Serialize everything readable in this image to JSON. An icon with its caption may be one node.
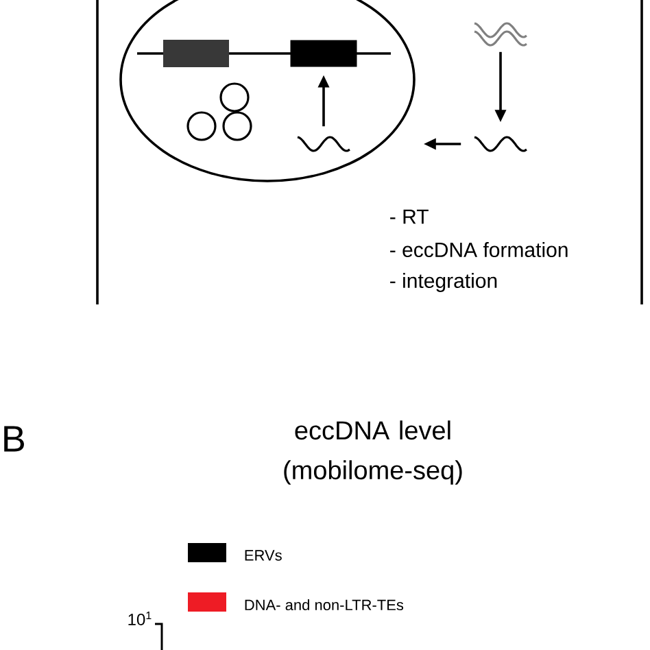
{
  "diagram": {
    "title": "eccDNA level (mobilome-seq)",
    "nodes": [
      {
        "text": [],
        "shape": "ellipse"
      },
      {
        "text": [],
        "shape": "box",
        "in": 0
      },
      {
        "text": [],
        "shape": "wave",
        "in": 0
      },
      {
        "text": [],
        "shape": "wave"
      },
      {
        "text": [],
        "shape": "wave"
      }
    ],
    "edges": [
      {
        "from": 3,
        "to": 4,
        "arrow": "to"
      },
      {
        "from": 4,
        "to": 0,
        "arrow": "to"
      },
      {
        "from": 2,
        "to": 1,
        "arrow": "to"
      }
    ],
    "labels": [
      "- RT",
      "- eccDNA formation",
      "- integration",
      "B",
      "10$^{1}$"
    ],
    "legend": [
      {
        "text": "ERVs",
        "color": "#000000"
      },
      {
        "text": "DNA- and non-LTR-TEs",
        "color": "#ee1c25"
      }
    ]
  }
}
